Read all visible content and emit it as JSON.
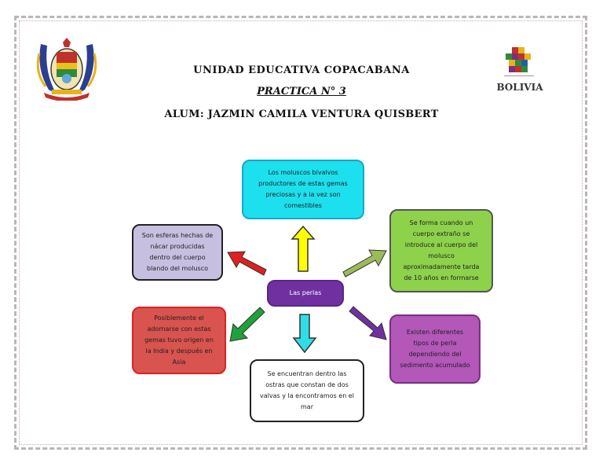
{
  "header": {
    "school": "UNIDAD EDUCATIVA COPACABANA",
    "practica": "PRACTICA N° 3",
    "alumno": "ALUM: JAZMIN CAMILA VENTURA QUISBERT"
  },
  "logos": {
    "right_logo_text": "BOLIVIA"
  },
  "diagram": {
    "center": "Las perlas",
    "top": "Los moluscos bivalvos productores de estas gemas preciosas y a la vez son comestibles",
    "left": "Son esferas hechas de nácar producidas dentro del cuerpo blando del molusco",
    "right": "Se forma cuando un cuerpo extraño se introduce al cuerpo del molusco aproximadamente tarda de 10 años en formarse",
    "bottom_left": "Posiblemente el adornarse con estas gemas tuvo origen en la India y después en Asia",
    "bottom_right": "Existen diferentes tipos de perla dependiendo del sedimento acumulado",
    "bottom": "Se encuentran dentro las ostras que constan de dos valvas y la encontramos en el mar"
  },
  "colors": {
    "top_box": "#1de0ee",
    "left_box": "#c7bfe0",
    "right_box": "#8ed14b",
    "center_box": "#7030a0",
    "bottom_left_box": "#d9534f",
    "bottom_right_box": "#b357b9",
    "bottom_box": "#ffffff",
    "arrow_up": "#ffff00",
    "arrow_up_left": "#e02020",
    "arrow_up_right": "#9bbb59",
    "arrow_down_left": "#1fa23a",
    "arrow_down": "#2fdde6",
    "arrow_down_right": "#7030a0"
  }
}
